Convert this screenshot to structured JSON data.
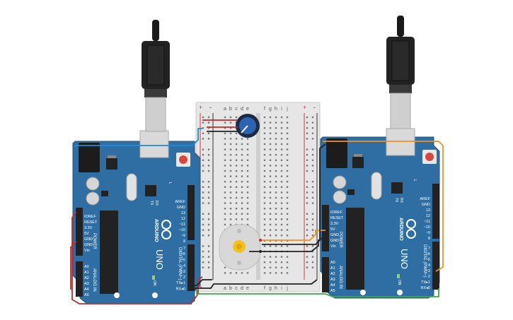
{
  "colors": {
    "board": "#2f6ea3",
    "board_dark": "#24557f",
    "board_light": "#3d80b8",
    "breadboard": "#e3e3e3",
    "rail_red": "#d23a3a",
    "rail_black": "#333333",
    "wire_blue": "#1f8bd6",
    "wire_red": "#c42a2a",
    "wire_green": "#3aa84a",
    "wire_orange": "#f0921e",
    "wire_black": "#222222"
  },
  "icons": {
    "usb_cable": "usb-cable-icon",
    "potentiometer": "potentiometer-icon",
    "dc_motor": "dc-motor-icon",
    "reset_button": "reset-button-icon",
    "arduino_logo": "arduino-infinity-logo-icon"
  },
  "breadboard": {
    "columns_left": [
      "a",
      "b",
      "c",
      "d",
      "e"
    ],
    "columns_right": [
      "f",
      "g",
      "h",
      "i",
      "j"
    ],
    "rail_plus": "+",
    "rail_minus": "-"
  },
  "boards": [
    {
      "id": "left",
      "brand": "ARDUINO",
      "model": "UNO",
      "power_header": [
        "IOREF",
        "RESET",
        "3.3V",
        "5V",
        "GND",
        "GND",
        "Vin"
      ],
      "power_title": "POWER",
      "analog_header": [
        "A0",
        "A1",
        "A2",
        "A3",
        "A4",
        "A5"
      ],
      "analog_title": "ANALOG IN",
      "digital_top": [
        "AREF",
        "GND",
        "13",
        "12",
        "~11",
        "~10",
        "~9",
        "8"
      ],
      "digital_bottom": [
        "7",
        "~6",
        "~5",
        "4",
        "~3",
        "2",
        "TX▸1",
        "RX◂0"
      ],
      "digital_title": "DIGITAL (PWM~)",
      "led_labels": [
        "TX",
        "RX"
      ],
      "led_l": "L",
      "on_label": "ON"
    },
    {
      "id": "right",
      "brand": "ARDUINO",
      "model": "UNO",
      "power_header": [
        "IOREF",
        "RESET",
        "3.3V",
        "5V",
        "GND",
        "GND",
        "Vin"
      ],
      "power_title": "POWER",
      "analog_header": [
        "A0",
        "A1",
        "A2",
        "A3",
        "A4",
        "A5"
      ],
      "analog_title": "ANALOG IN",
      "digital_top": [
        "AREF",
        "GND",
        "13",
        "12",
        "~11",
        "~10",
        "~9",
        "8"
      ],
      "digital_bottom": [
        "7",
        "~6",
        "~5",
        "4",
        "~3",
        "2",
        "TX▸1",
        "RX◂0"
      ],
      "digital_title": "DIGITAL (PWM~)",
      "led_labels": [
        "TX",
        "RX"
      ],
      "led_l": "L",
      "on_label": "ON"
    }
  ]
}
